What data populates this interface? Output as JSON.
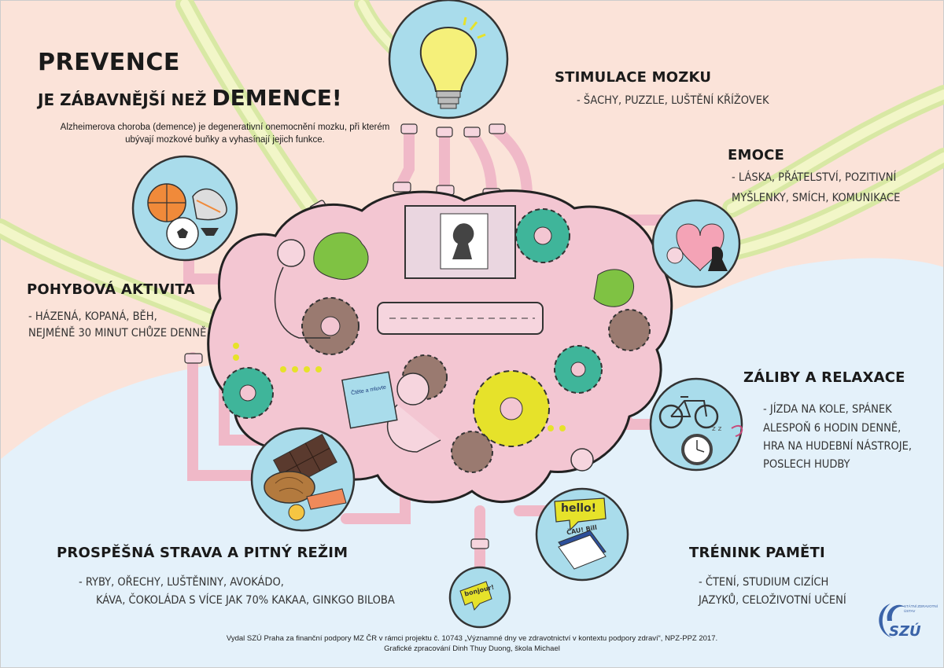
{
  "title": {
    "line1": "PREVENCE",
    "line2_small": "JE ZÁBAVNĚJŠÍ NEŽ",
    "line2_big": "DEMENCE!"
  },
  "intro": "Alzheimerova choroba (demence) je degenerativní onemocnění mozku, při kterém ubývají mozkové buňky a vyhasínají jejich funkce.",
  "sections": {
    "stimulace": {
      "title": "STIMULACE MOZKU",
      "body": "- ŠACHY, PUZZLE, LUŠTĚNÍ KŘÍŽOVEK"
    },
    "emoce": {
      "title": "EMOCE",
      "line1": "- LÁSKA, PŘÁTELSTVÍ, POZITIVNÍ",
      "line2": "MYŠLENKY, SMÍCH, KOMUNIKACE"
    },
    "pohyb": {
      "title": "POHYBOVÁ AKTIVITA",
      "line1": "- HÁZENÁ, KOPANÁ, BĚH,",
      "line2": "NEJMÉNĚ 30 MINUT CHŮZE DENNĚ"
    },
    "zaliby": {
      "title": "ZÁLIBY A RELAXACE",
      "line1": "- JÍZDA NA KOLE, SPÁNEK",
      "line2": "ALESPOŇ 6 HODIN DENNĚ,",
      "line3": "HRA NA HUDEBNÍ NÁSTROJE,",
      "line4": "POSLECH HUDBY"
    },
    "strava": {
      "title": "PROSPĚŠNÁ STRAVA A PITNÝ REŽIM",
      "line1": "- RYBY, OŘECHY, LUŠTĚNINY, AVOKÁDO,",
      "line2": "KÁVA, ČOKOLÁDA S VÍCE JAK 70% KAKAA,  GINKGO BILOBA"
    },
    "trenink": {
      "title": "TRÉNINK PAMĚTI",
      "line1": "- ČTENÍ, STUDIUM CIZÍCH",
      "line2": "JAZYKŮ, CELOŽIVOTNÍ UČENÍ"
    }
  },
  "bubbles": {
    "hello": "hello!",
    "cau": "ČAU! Bill",
    "bonjour": "bonjour!"
  },
  "book_text": "Čtěte a mluvte",
  "footer": {
    "line1": "Vydal SZÚ Praha za finanční podpory MZ ČR v rámci projektu č. 10743 „Významné dny ve zdravotnictví v kontextu podpory zdraví“, NPZ-PPZ 2017.",
    "line2": "Grafické zpracování Dinh Thuy Duong, škola Michael"
  },
  "logo": {
    "text": "SZÚ",
    "subtitle": "STÁTNÍ ZDRAVOTNÍ ÚSTAV"
  },
  "colors": {
    "peach": "#fbe3d9",
    "lightblue": "#e4f1fa",
    "bubble": "#a9dceb",
    "pink": "#f3c6d2",
    "pipe": "#f0b9c8",
    "teal": "#3fb59a",
    "yellow": "#e6e22a",
    "brown": "#9a7a70",
    "green": "#7fc243",
    "logo": "#3a63a8"
  }
}
